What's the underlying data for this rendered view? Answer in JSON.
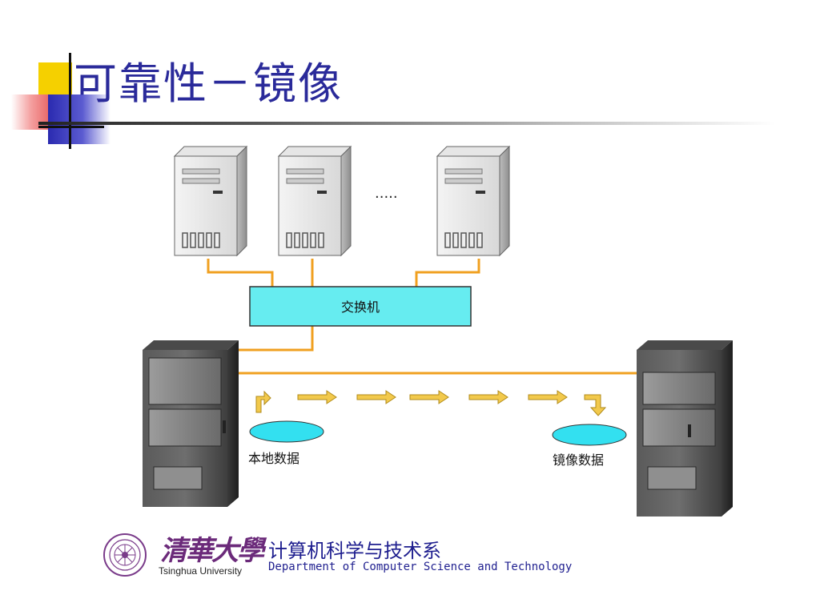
{
  "slide": {
    "title": "可靠性－镜像"
  },
  "diagram": {
    "ellipsis": ".....",
    "switch_label": "交换机",
    "local_label": "本地数据",
    "mirror_label": "镜像数据"
  },
  "footer": {
    "dept_cn": "计算机科学与技术系",
    "dept_en": "Department of Computer Science and Technology",
    "university_cn": "清華大學",
    "university_en": "Tsinghua University"
  },
  "colors": {
    "title": "#2a2a9a",
    "switch_fill": "#66ecf0",
    "cable": "#f0a020",
    "ellipse_fill": "#33e0f0",
    "arrow_fill": "#f2c94c",
    "footer_text": "#1f1f8f",
    "seal": "#7a3b8a"
  }
}
